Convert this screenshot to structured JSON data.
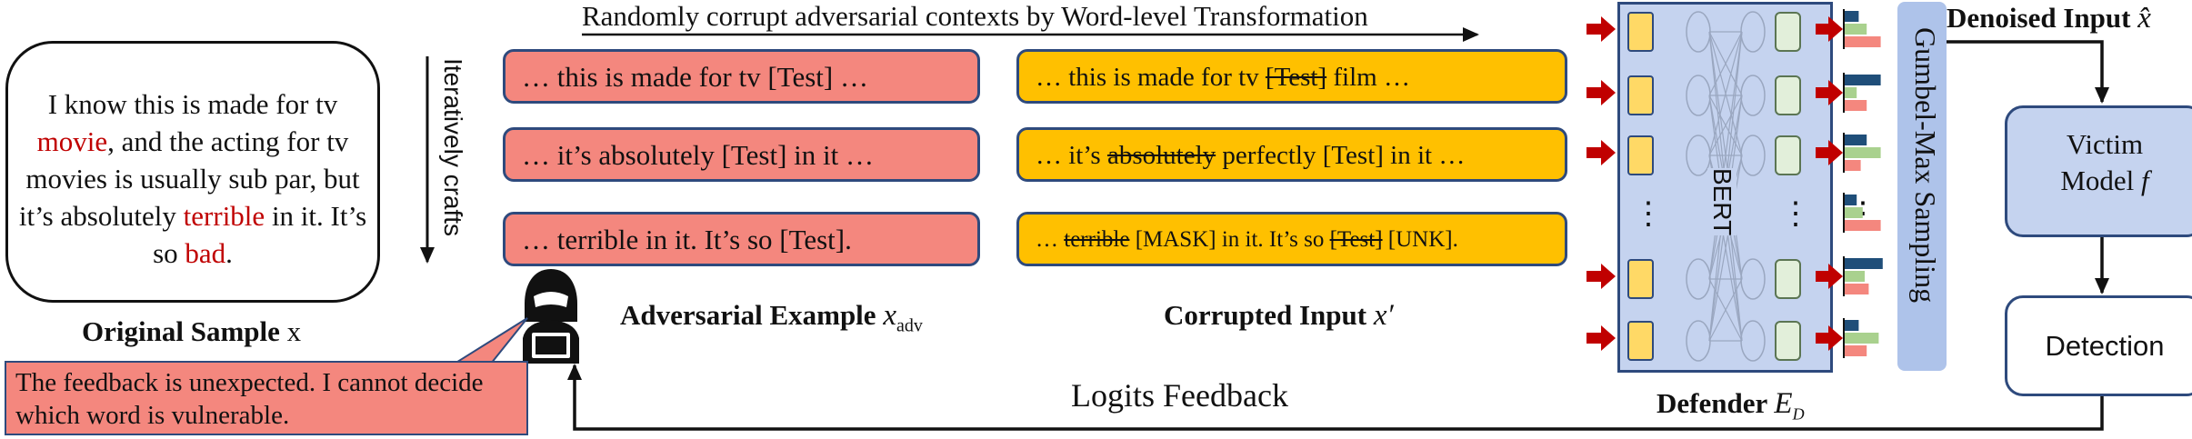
{
  "top_arrow_label": "Randomly corrupt adversarial contexts by Word-level Transformation",
  "original": {
    "segments": [
      {
        "text": "I know this is made for tv ",
        "color": "#111111"
      },
      {
        "text": "movie",
        "color": "#c00000"
      },
      {
        "text": ", and the acting for tv movies is usually sub par, but it’s absolutely ",
        "color": "#111111"
      },
      {
        "text": "terrible",
        "color": "#c00000"
      },
      {
        "text": " in it. It’s so ",
        "color": "#111111"
      },
      {
        "text": "bad",
        "color": "#c00000"
      },
      {
        "text": ".",
        "color": "#111111"
      }
    ],
    "caption": "Original Sample",
    "caption_symbol": "x"
  },
  "iterative_label": "Iteratively crafts",
  "adversarial": {
    "items": [
      "… this is made for tv [Test] …",
      "… it’s absolutely [Test] in it …",
      "… terrible in it. It’s so [Test]."
    ],
    "caption": "Adversarial Example",
    "caption_symbol": "x",
    "caption_subscript": "adv"
  },
  "corrupted": {
    "line1": {
      "pre": "… this is made for tv ",
      "strike": "[Test]",
      "post": " film …"
    },
    "line2": {
      "pre": "… it’s ",
      "strike": "absolutely",
      "post": " perfectly [Test] in it …"
    },
    "line3": {
      "pre": "… ",
      "strike1": "terrible",
      "mid": " [MASK] in it. It’s so ",
      "strike2": "[Test]",
      "post": " [UNK]."
    },
    "caption": "Corrupted Input",
    "caption_symbol": "x′"
  },
  "feedback_bubble": "The feedback is unexpected. I cannot decide which word is vulnerable.",
  "logits_feedback": "Logits Feedback",
  "defender": {
    "inner_label": "BERT",
    "ellipsis": "⋮",
    "caption": "Defender",
    "caption_symbol": "E",
    "caption_subscript": "D"
  },
  "gumbel_label": "Gumbel-Max Sampling",
  "denoised_label": "Denoised Input",
  "denoised_symbol": "x̂",
  "victim_line1": "Victim",
  "victim_line2": "Model",
  "victim_symbol": "f",
  "detection_label": "Detection",
  "colors": {
    "adversarial_fill": "#f4877e",
    "corrupted_fill": "#ffc000",
    "defender_fill": "#c5d3ef",
    "gumbel_fill": "#aec3ea",
    "token_yellow": "#ffd966",
    "token_green": "#e2efda",
    "arrow_red": "#c00000",
    "bar_navy": "#1f4e79",
    "bar_green": "#a9d18e",
    "bar_salmon": "#f4877e"
  },
  "output_distributions": [
    [
      0.35,
      0.55,
      0.9
    ],
    [
      0.9,
      0.3,
      0.55
    ],
    [
      0.55,
      0.9,
      0.4
    ],
    [
      0.3,
      0.45,
      0.9
    ],
    [
      0.95,
      0.5,
      0.6
    ],
    [
      0.35,
      0.85,
      0.55
    ]
  ]
}
